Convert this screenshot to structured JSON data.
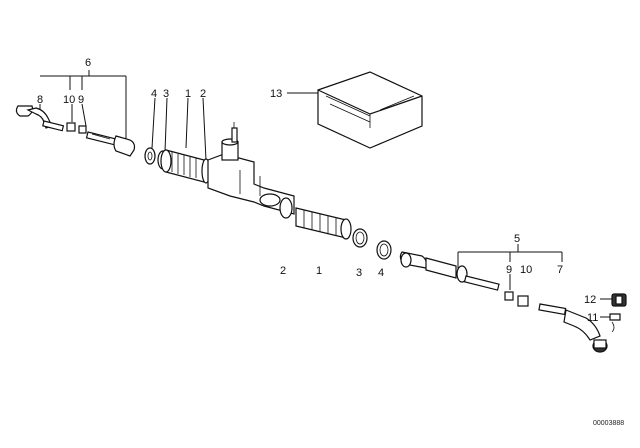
{
  "callouts": {
    "c6": "6",
    "c8": "8",
    "c10a": "10",
    "c9a": "9",
    "c4a": "4",
    "c3a": "3",
    "c1a": "1",
    "c2a": "2",
    "c13": "13",
    "c2b": "2",
    "c1b": "1",
    "c3b": "3",
    "c4b": "4",
    "c5": "5",
    "c9b": "9",
    "c10b": "10",
    "c7": "7",
    "c12": "12",
    "c11": "11"
  },
  "reference_number": "00003888"
}
